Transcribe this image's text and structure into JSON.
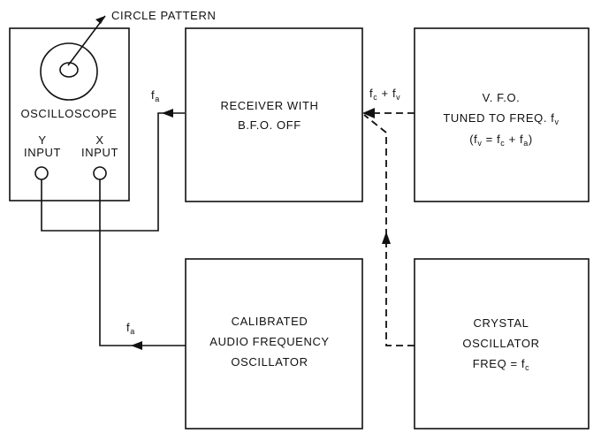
{
  "callout": {
    "circle_pattern": "CIRCLE PATTERN"
  },
  "oscilloscope": {
    "label": "OSCILLOSCOPE",
    "y_input": [
      "Y",
      "INPUT"
    ],
    "x_input": [
      "X",
      "INPUT"
    ]
  },
  "receiver": {
    "lines": [
      "RECEIVER WITH",
      "B.F.O. OFF"
    ]
  },
  "vfo": {
    "line1": "V. F.O.",
    "line2_prefix": "TUNED TO FREQ. f",
    "line2_sub": "v",
    "formula": {
      "open": "(f",
      "fv_sub": "v",
      "eq": " = f",
      "fc_sub": "c",
      "plus": " + f",
      "fa_sub": "a",
      "close": ")"
    }
  },
  "calibrated_afo": {
    "lines": [
      "CALIBRATED",
      "AUDIO FREQUENCY",
      "OSCILLATOR"
    ]
  },
  "crystal": {
    "lines": [
      "CRYSTAL",
      "OSCILLATOR"
    ],
    "freq_prefix": "FREQ = f",
    "freq_sub": "c"
  },
  "signals": {
    "fa_top": {
      "main": "f",
      "sub": "a"
    },
    "fa_bottom": {
      "main": "f",
      "sub": "a"
    },
    "fc_fv": {
      "f1": "f",
      "s1": "c",
      "plus": " + f",
      "s2": "v"
    }
  }
}
